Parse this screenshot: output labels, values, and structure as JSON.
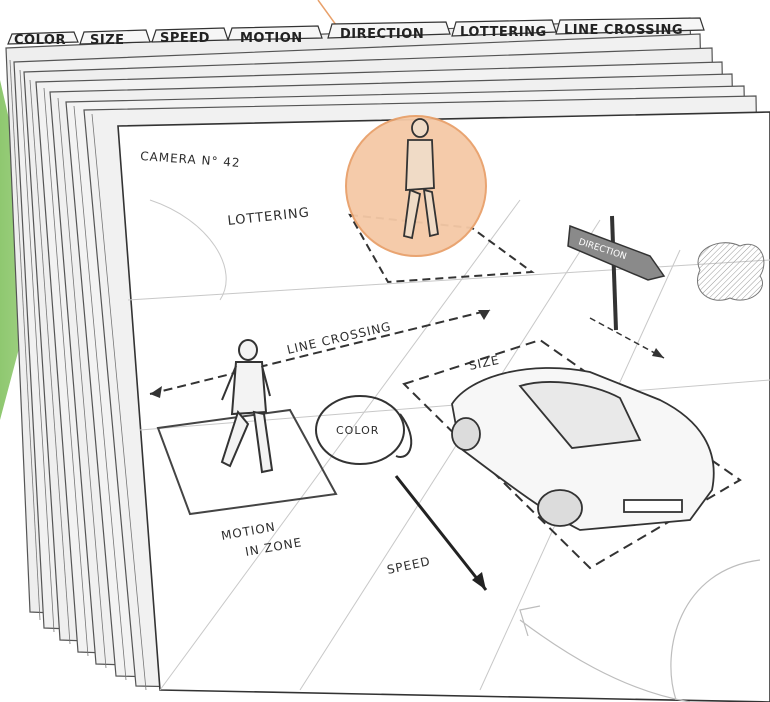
{
  "tabs": [
    {
      "label": "COLOR"
    },
    {
      "label": "SIZE"
    },
    {
      "label": "SPEED"
    },
    {
      "label": "MOTION"
    },
    {
      "label": "DIRECTION"
    },
    {
      "label": "LOTTERING"
    },
    {
      "label": "LINE CROSSING"
    }
  ],
  "sheet": {
    "camera_label": "CAMERA N° 42"
  },
  "annotations": {
    "lottering": "LOTTERING",
    "line_crossing": "LINE CROSSING",
    "size": "SIZE",
    "color": "COLOR",
    "motion_line1": "MOTION",
    "motion_line2": "IN ZONE",
    "speed": "SPEED",
    "direction_sign": "DIRECTION"
  },
  "colors": {
    "accent_green": "#9ccf7e",
    "highlight_orange": "#f5c9a6",
    "highlight_stroke": "#e8a06a",
    "pencil": "#2d2d2d"
  }
}
